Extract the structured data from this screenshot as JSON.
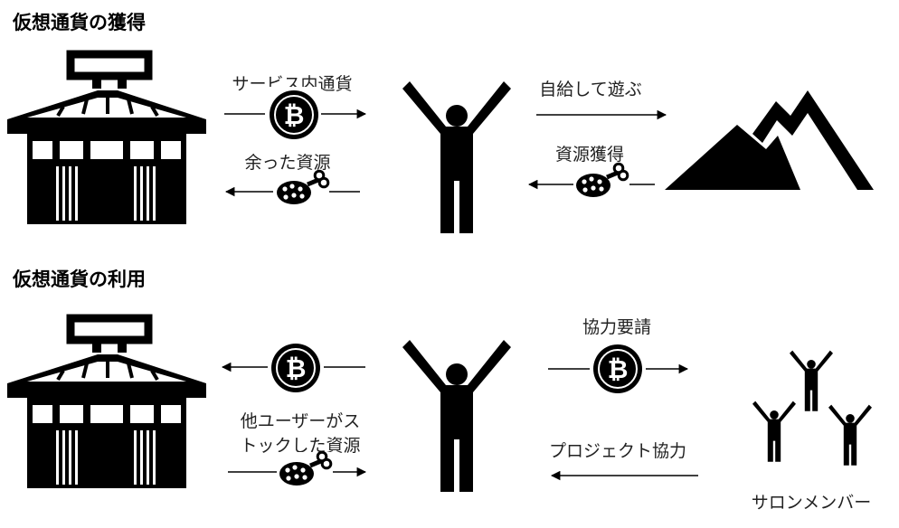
{
  "section1": {
    "title": "仮想通貨の獲得",
    "label_service_currency": "サービス内通貨",
    "label_surplus_resources": "余った資源",
    "label_self_play": "自給して遊ぶ",
    "label_resource_gain": "資源獲得"
  },
  "section2": {
    "title": "仮想通貨の利用",
    "label_other_users_line1": "他ユーザーがス",
    "label_other_users_line2": "トックした資源",
    "label_cooperation_request": "協力要請",
    "label_project_cooperation": "プロジェクト協力",
    "label_salon_members": "サロンメンバー"
  },
  "colors": {
    "ink": "#000000",
    "text": "#222222",
    "background": "#ffffff"
  },
  "icons": [
    "shop-icon",
    "bitcoin-icon",
    "meat-icon",
    "person-icon",
    "mountain-icon",
    "group-icon"
  ]
}
